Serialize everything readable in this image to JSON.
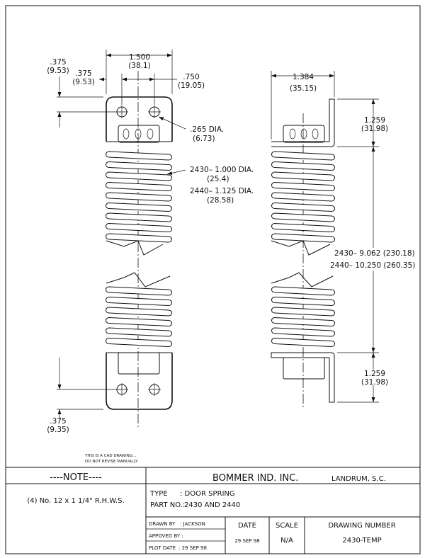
{
  "dimensions": {
    "left_width": "1.500",
    "left_width_mm": "(38.1)",
    "left_edge_offset": ".375",
    "left_edge_offset_mm": "(9.53)",
    "hole_offset": ".375",
    "hole_offset_mm": "(9.53)",
    "hole_spacing": ".750",
    "hole_spacing_mm": "(19.05)",
    "hole_dia": ".265 DIA.",
    "hole_dia_mm": "(6.73)",
    "dia_2430": "2430– 1.000 DIA.",
    "dia_2430_mm": "(25.4)",
    "dia_2440": "2440– 1.125 DIA.",
    "dia_2440_mm": "(28.58)",
    "bottom_offset": ".375",
    "bottom_offset_mm": "(9.35)",
    "side_width": "1.384",
    "side_width_mm": "(35.15)",
    "top_bracket": "1.259",
    "top_bracket_mm": "(31.98)",
    "length_2430": "2430– 9.062 (230.18)",
    "length_2440": "2440– 10.250 (260.35)",
    "bottom_bracket": "1.259",
    "bottom_bracket_mm": "(31.98)"
  },
  "cad_note": {
    "line1": "THIS IS A CAD DRAWING...",
    "line2": "DO NOT REVISE MANUALLY."
  },
  "title_block": {
    "note_heading": "----NOTE----",
    "note_text": "(4) No. 12 x 1 1/4\" R.H.W.S.",
    "company": "BOMMER IND. INC.",
    "location": "LANDRUM, S.C.",
    "type_label": "TYPE",
    "type_value": ": DOOR SPRING",
    "part_label": "PART NO.:",
    "part_value": "2430 AND 2440",
    "drawn_label": "DRAWN BY",
    "drawn_value": ": JACKSON",
    "approved_label": "APPOVED BY :",
    "approved_value": "",
    "plot_label": "PLOT DATE",
    "plot_value": ": 29 SEP 98",
    "date_label": "DATE",
    "date_value": "29 SEP 98",
    "scale_label": "SCALE",
    "scale_value": "N/A",
    "drawing_number_label": "DRAWING NUMBER",
    "drawing_number_value": "2430-TEMP"
  }
}
